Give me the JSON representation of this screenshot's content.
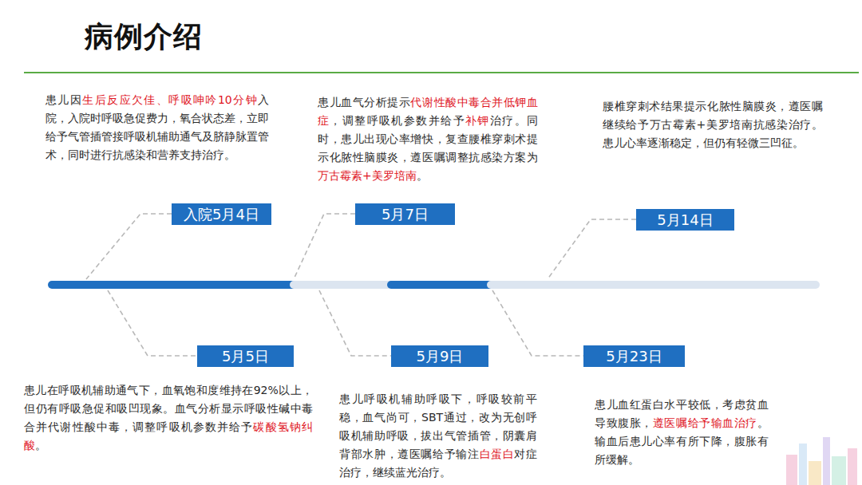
{
  "diagram": {
    "title": "病例介绍",
    "nodes": [
      {
        "text": [
          "入院5月4日"
        ]
      },
      {
        "text": [
          "5月5日"
        ]
      },
      {
        "text": [
          "5月7日"
        ]
      },
      {
        "text": [
          "5月9日"
        ]
      },
      {
        "text": [
          "5月14日"
        ]
      },
      {
        "text": [
          "5月23日"
        ]
      }
    ],
    "labels": [
      "患儿因",
      "生后反应欠佳、呼吸呻吟10分钟",
      "入院，入院时呼吸急促费力，氧合状态差，立即给予气管插管接呼吸机辅助通气及脐静脉置管术，同时进行抗感染和营养支持治疗。",
      "患儿血气分析提示",
      "代谢性酸中毒合并低钾血症",
      "，调整呼吸机参数并给予",
      "补钾",
      "治疗。同时，患儿出现心率增快，复查腰椎穿刺术提示化脓性脑膜炎，遵医嘱调整抗感染方案为",
      "万古霉素+美罗培南",
      "。",
      "腰椎穿刺术结果提示化脓性脑膜炎，遵医嘱继续给予万古霉素+美罗培南抗感染治疗。患儿心率逐渐稳定，但仍有轻微三凹征。",
      "患儿在呼吸机辅助通气下，血氧饱和度维持在92%以上，但仍有呼吸急促和吸凹现象。血气分析显示呼吸性碱中毒合并代谢性酸中毒，调整呼吸机参数并给予",
      "碳酸氢钠纠酸",
      "。",
      "患儿呼吸机辅助呼吸下，呼吸较前平稳，血气尚可，SBT通过，改为无创呼吸机辅助呼吸，拔出气管插管，阴囊肩背部水肿，遵医嘱给予输注",
      "白蛋白",
      "对症治疗，继续蓝光治疗。",
      "患儿血红蛋白水平较低，考虑贫血导致腹胀，",
      "遵医嘱给予输血治疗",
      "。输血后患儿心率有所下降，腹胀有所缓解。"
    ]
  }
}
